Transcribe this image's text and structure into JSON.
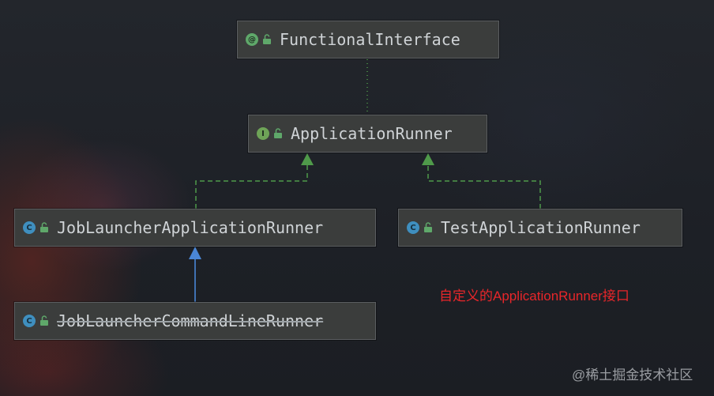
{
  "nodes": {
    "functional_interface": {
      "badge": "@",
      "label": "FunctionalInterface",
      "kind": "annotation"
    },
    "application_runner": {
      "badge": "I",
      "label": "ApplicationRunner",
      "kind": "interface"
    },
    "job_launcher_application_runner": {
      "badge": "C",
      "label": "JobLauncherApplicationRunner",
      "kind": "class"
    },
    "test_application_runner": {
      "badge": "C",
      "label": "TestApplicationRunner",
      "kind": "class"
    },
    "job_launcher_command_line_runner": {
      "badge": "C",
      "label": "JobLauncherCommandLineRunner",
      "kind": "class",
      "deprecated": true
    }
  },
  "annotation_note": "自定义的ApplicationRunner接口",
  "watermark": "@稀土掘金技术社区",
  "colors": {
    "implements_edge": "#4f9a4a",
    "extends_edge": "#4a86d6",
    "annotation_edge": "#4f9a4a",
    "note_text": "#e8262a",
    "node_bg": "#3b3d3c",
    "node_text": "#cfd3d6"
  },
  "icons": {
    "annotation_badge": "annotation-icon",
    "interface_badge": "interface-icon",
    "class_badge": "class-icon",
    "visibility": "unlocked-icon"
  }
}
